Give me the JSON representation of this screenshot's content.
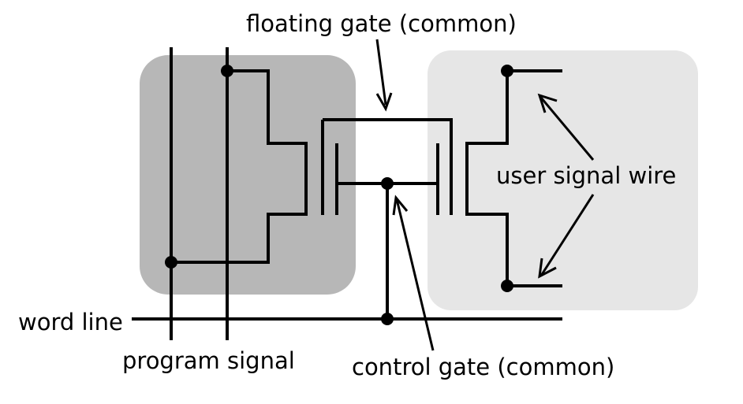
{
  "labels": {
    "floating_gate": "floating gate (common)",
    "user_signal_wire": "user signal wire",
    "word_line": "word line",
    "program_signal": "program signal",
    "control_gate": "control gate (common)"
  },
  "colors": {
    "program_transistor_region": "#b7b7b7",
    "signal_transistor_region": "#e6e6e6",
    "wire": "#000000"
  }
}
